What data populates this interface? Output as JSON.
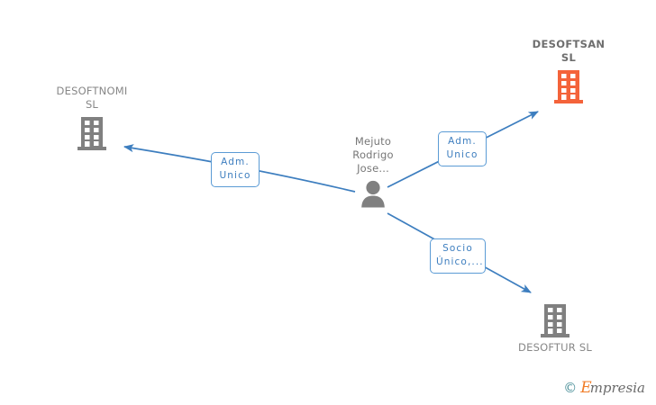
{
  "diagram": {
    "type": "corporate-relationship-graph",
    "background_color": "#ffffff",
    "edge_color": "#3d7ebf",
    "focal_color": "#f4633a",
    "neutral_color": "#808080",
    "nodes": [
      {
        "id": "desoftsan",
        "label": "DESOFTSAN\nSL",
        "kind": "company",
        "icon": "building-icon",
        "highlighted": true,
        "label_position": "above"
      },
      {
        "id": "desoftnomi",
        "label": "DESOFTNOMI\nSL",
        "kind": "company",
        "icon": "building-icon",
        "highlighted": false,
        "label_position": "above"
      },
      {
        "id": "desoftur",
        "label": "DESOFTUR SL",
        "kind": "company",
        "icon": "building-icon",
        "highlighted": false,
        "label_position": "below"
      },
      {
        "id": "person",
        "label": "Mejuto\nRodrigo\nJose...",
        "kind": "person",
        "icon": "person-icon",
        "highlighted": false,
        "label_position": "above"
      }
    ],
    "edges": [
      {
        "id": "edge-person-desoftnomi",
        "from": "person",
        "to": "desoftnomi",
        "label": "Adm.\nUnico",
        "direction": "to"
      },
      {
        "id": "edge-person-desoftsan",
        "from": "person",
        "to": "desoftsan",
        "label": "Adm.\nUnico",
        "direction": "to"
      },
      {
        "id": "edge-person-desoftur",
        "from": "person",
        "to": "desoftur",
        "label": "Socio\nÚnico,...",
        "direction": "to"
      }
    ]
  },
  "watermark": {
    "copyright": "©",
    "brand_initial": "E",
    "brand_rest": "mpresia"
  }
}
